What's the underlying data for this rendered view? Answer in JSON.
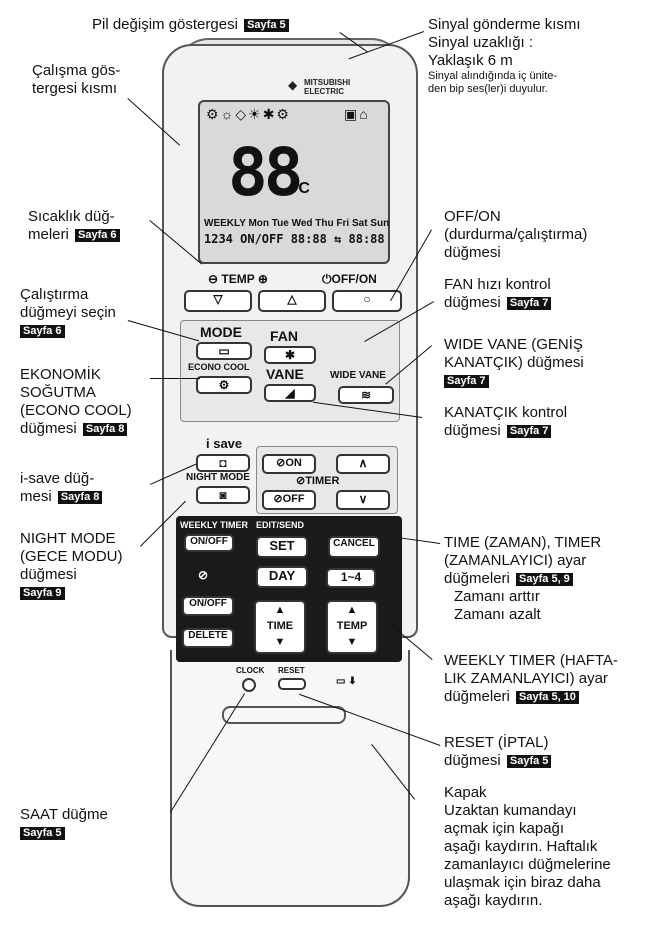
{
  "labels": {
    "battery": "Pil değişim göstergesi",
    "battery_tag": "Sayfa 5",
    "signal_l1": "Sinyal gönderme kısmı",
    "signal_l2": "Sinyal uzaklığı :",
    "signal_l3": "Yaklaşık 6 m",
    "signal_s1": "Sinyal alındığında iç ünite-",
    "signal_s2": "den bip ses(ler)i duyulur.",
    "operation_l1": "Çalışma gös-",
    "operation_l2": "tergesi kısmı",
    "temp_l1": "Sıcaklık düğ-",
    "temp_l2": "meleri",
    "temp_tag": "Sayfa 6",
    "offon_l1": "OFF/ON",
    "offon_l2": "(durdurma/çalıştırma)",
    "offon_l3": "düğmesi",
    "mode_l1": "Çalıştırma",
    "mode_l2": "düğmeyi seçin",
    "mode_tag": "Sayfa 6",
    "fan_l1": "FAN hızı kontrol",
    "fan_l2": "düğmesi",
    "fan_tag": "Sayfa 7",
    "econo_l1": "EKONOMİK",
    "econo_l2": "SOĞUTMA",
    "econo_l3": "(ECONO COOL)",
    "econo_l4": "düğmesi",
    "econo_tag": "Sayfa 8",
    "wide_l1": "WIDE VANE (GENİŞ",
    "wide_l2": "KANATÇIK) düğmesi",
    "wide_tag": "Sayfa 7",
    "vane_l1": "KANATÇIK kontrol",
    "vane_l2": "düğmesi",
    "vane_tag": "Sayfa 7",
    "isave_l1": "i-save düğ-",
    "isave_l2": "mesi",
    "isave_tag": "Sayfa 8",
    "night_l1": "NIGHT MODE",
    "night_l2": "(GECE MODU)",
    "night_l3": "düğmesi",
    "night_tag": "Sayfa 9",
    "time_l1": "TIME (ZAMAN), TIMER",
    "time_l2": "(ZAMANLAYICI) ayar",
    "time_l3": "düğmeleri",
    "time_tag": "Sayfa 5, 9",
    "time_l4": "Zamanı arttır",
    "time_l5": "Zamanı azalt",
    "weekly_l1": "WEEKLY TIMER (HAFTA-",
    "weekly_l2": "LIK ZAMANLAYICI) ayar",
    "weekly_l3": "düğmeleri",
    "weekly_tag": "Sayfa 5, 10",
    "reset_l1": "RESET (İPTAL)",
    "reset_l2": "düğmesi",
    "reset_tag": "Sayfa 5",
    "clock_l1": "SAAT düğme",
    "clock_tag": "Sayfa 5",
    "cover_l1": "Kapak",
    "cover_l2": "Uzaktan kumandayı",
    "cover_l3": "açmak için kapağı",
    "cover_l4": "aşağı kaydırın. Haftalık",
    "cover_l5": "zamanlayıcı düğmelerine",
    "cover_l6": "ulaşmak için biraz daha",
    "cover_l7": "aşağı kaydırın."
  },
  "remote": {
    "brand_1": "MITSUBISHI",
    "brand_2": "ELECTRIC",
    "display_temp": "88",
    "display_unit": "°C",
    "days": "WEEKLY Mon Tue Wed Thu Fri Sat Sun",
    "display_line": "1234 ON/OFF 88:88 ⇆ 88:88",
    "temp_key": "TEMP",
    "offon_key": "OFF/ON",
    "mode_key": "MODE",
    "fan_key": "FAN",
    "econo_key": "ECONO COOL",
    "vane_key": "VANE",
    "wide_key": "WIDE VANE",
    "isave_key": "i save",
    "night_key": "NIGHT MODE",
    "on_key": "⊘ON",
    "timer_key": "⊘TIMER",
    "off_key": "⊘OFF",
    "weekly_key": "WEEKLY TIMER",
    "onoff_key": "ON/OFF",
    "editsend_key": "EDIT/SEND",
    "set_key": "SET",
    "cancel_key": "CANCEL",
    "day_key": "DAY",
    "range_key": "1~4",
    "onoff2_key": "ON/OFF",
    "delete_key": "DELETE",
    "time_key": "TIME",
    "temp2_key": "TEMP",
    "clock_key": "CLOCK",
    "reset_key": "RESET"
  }
}
